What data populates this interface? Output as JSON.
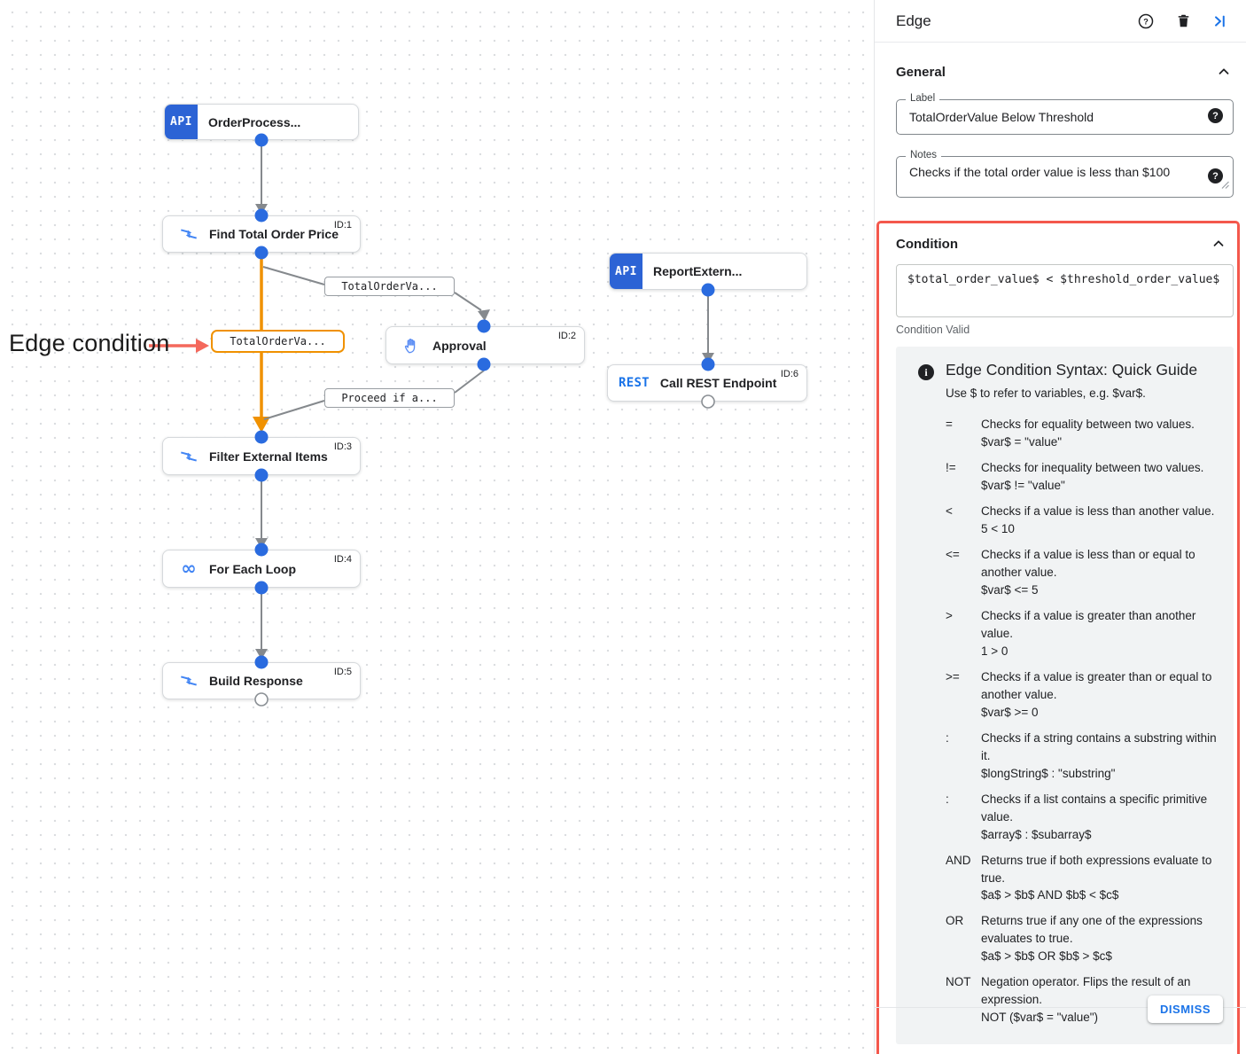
{
  "canvas": {
    "annotation": {
      "text": "Edge condition"
    },
    "nodes": [
      {
        "key": "order_process",
        "label": "OrderProcess...",
        "badge": "API",
        "id": ""
      },
      {
        "key": "find_total",
        "label": "Find Total Order Price",
        "id": "ID:1"
      },
      {
        "key": "approval",
        "label": "Approval",
        "id": "ID:2"
      },
      {
        "key": "report_external",
        "label": "ReportExtern...",
        "badge": "API",
        "id": ""
      },
      {
        "key": "call_rest",
        "label": "Call REST Endpoint",
        "badge": "REST",
        "id": "ID:6"
      },
      {
        "key": "filter",
        "label": "Filter External Items",
        "id": "ID:3"
      },
      {
        "key": "for_each",
        "label": "For Each Loop",
        "id": "ID:4"
      },
      {
        "key": "build_response",
        "label": "Build Response",
        "id": "ID:5"
      }
    ],
    "edge_labels": [
      {
        "text": "TotalOrderVa...",
        "selected": false
      },
      {
        "text": "TotalOrderVa...",
        "selected": true
      },
      {
        "text": "Proceed if a...",
        "selected": false
      }
    ]
  },
  "panel": {
    "title": "Edge",
    "general": {
      "heading": "General",
      "label_field": {
        "label": "Label",
        "value": "TotalOrderValue Below Threshold"
      },
      "notes_field": {
        "label": "Notes",
        "value": "Checks if the total order value is less than $100"
      }
    },
    "condition": {
      "heading": "Condition",
      "value": "$total_order_value$ < $threshold_order_value$",
      "status": "Condition Valid",
      "guide": {
        "title": "Edge Condition Syntax: Quick Guide",
        "subtitle": "Use $ to refer to variables, e.g. $var$.",
        "rows": [
          {
            "op": "=",
            "desc": "Checks for equality between two values.",
            "example": "$var$ = \"value\""
          },
          {
            "op": "!=",
            "desc": "Checks for inequality between two values.",
            "example": "$var$ != \"value\""
          },
          {
            "op": "<",
            "desc": "Checks if a value is less than another value.",
            "example": "5 < 10"
          },
          {
            "op": "<=",
            "desc": "Checks if a value is less than or equal to another value.",
            "example": "$var$ <= 5"
          },
          {
            "op": ">",
            "desc": "Checks if a value is greater than another value.",
            "example": "1 > 0"
          },
          {
            "op": ">=",
            "desc": "Checks if a value is greater than or equal to another value.",
            "example": "$var$ >= 0"
          },
          {
            "op": ":",
            "desc": "Checks if a string contains a substring within it.",
            "example": "$longString$ : \"substring\""
          },
          {
            "op": ":",
            "desc": "Checks if a list contains a specific primitive value.",
            "example": "$array$ : $subarray$"
          },
          {
            "op": "AND",
            "desc": "Returns true if both expressions evaluate to true.",
            "example": "$a$ > $b$ AND $b$ < $c$"
          },
          {
            "op": "OR",
            "desc": "Returns true if any one of the expressions evaluates to true.",
            "example": "$a$ > $b$ OR $b$ > $c$"
          },
          {
            "op": "NOT",
            "desc": "Negation operator. Flips the result of an expression.",
            "example": "NOT ($var$ = \"value\")"
          }
        ]
      }
    },
    "dismiss_label": "DISMISS"
  },
  "colors": {
    "accent_blue": "#1a73e8",
    "node_badge_blue": "#2c63d5",
    "selected_edge_orange": "#f09100",
    "highlight_red": "#f4584c",
    "edge_gray": "#85898d"
  }
}
